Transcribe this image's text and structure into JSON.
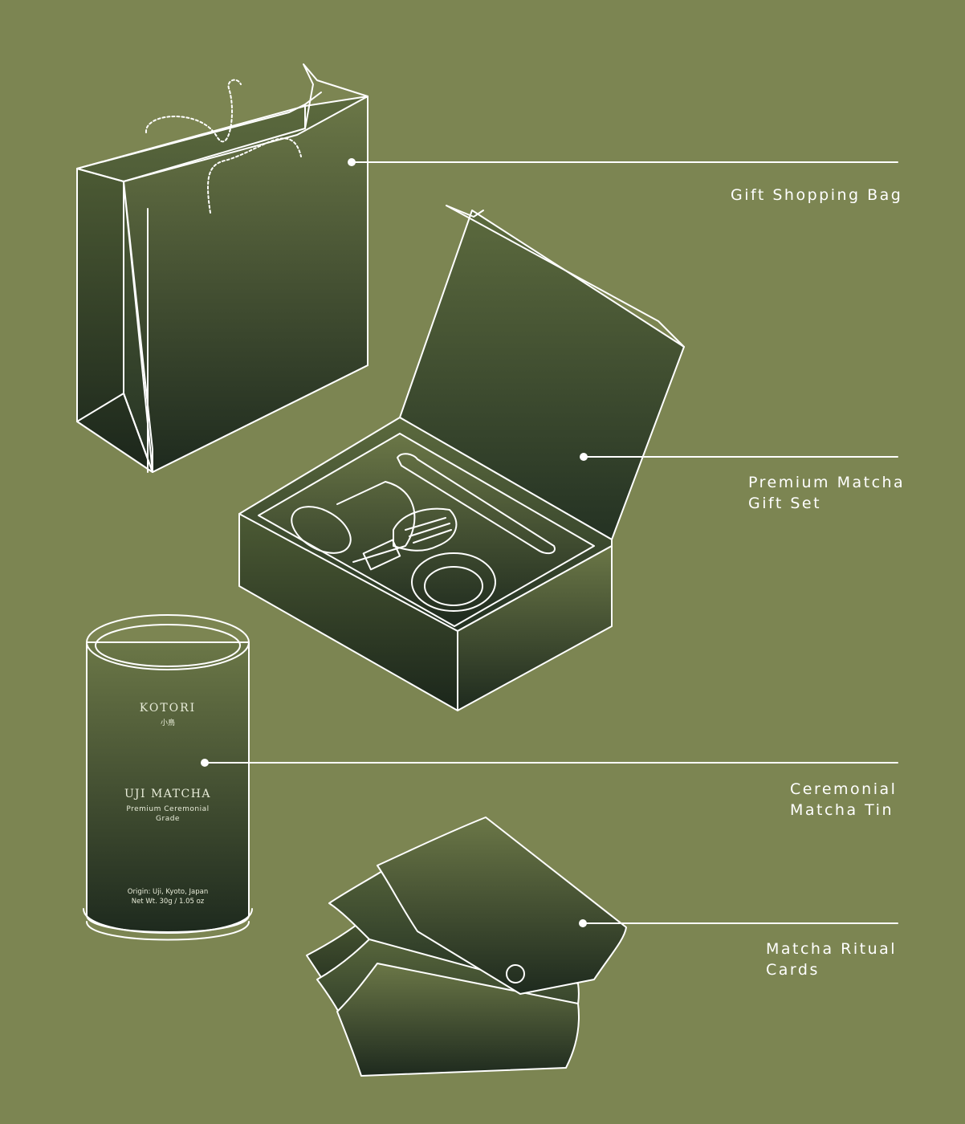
{
  "labels": {
    "bag": "Gift Shopping Bag",
    "giftset_line1": "Premium Matcha",
    "giftset_line2": "Gift Set",
    "tin_line1": "Ceremonial",
    "tin_line2": "Matcha Tin",
    "cards_line1": "Matcha Ritual",
    "cards_line2": "Cards"
  },
  "tin": {
    "brand": "KOTORI",
    "brand_kanji": "小鳥",
    "product": "UJI MATCHA",
    "grade_line1": "Premium Ceremonial",
    "grade_line2": "Grade",
    "origin": "Origin: Uji, Kyoto, Japan",
    "weight": "Net Wt. 30g / 1.05 oz"
  },
  "colors": {
    "background": "#7c8552",
    "illustration_top": "#5f6b3e",
    "illustration_bottom": "#1e2b1e",
    "line": "#ffffff"
  }
}
